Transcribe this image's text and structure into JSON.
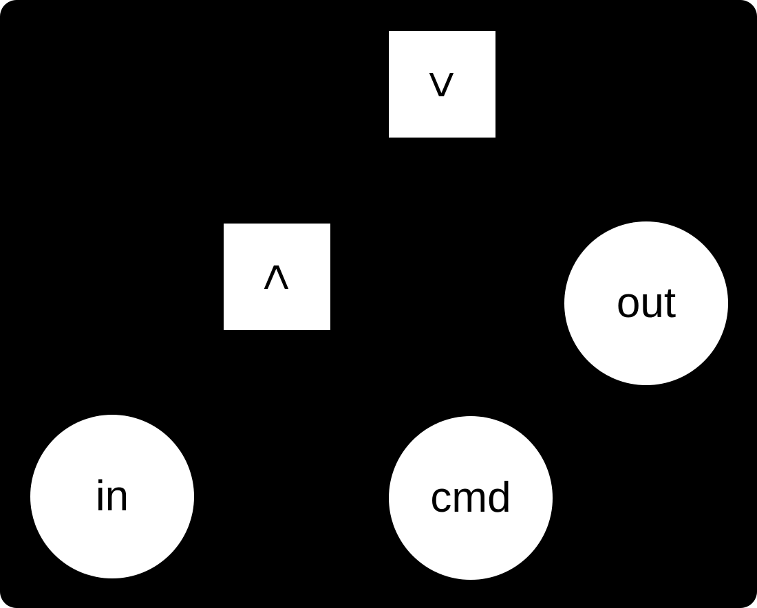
{
  "diagram": {
    "background_color": "#000000",
    "node_fill_color": "#ffffff",
    "node_text_color": "#000000",
    "nodes": [
      {
        "id": "gt",
        "label": ">",
        "shape": "square",
        "label_rotated": true
      },
      {
        "id": "lt",
        "label": "<",
        "shape": "square",
        "label_rotated": true
      },
      {
        "id": "out",
        "label": "out",
        "shape": "circle",
        "label_rotated": false
      },
      {
        "id": "in",
        "label": "in",
        "shape": "circle",
        "label_rotated": false
      },
      {
        "id": "cmd",
        "label": "cmd",
        "shape": "circle",
        "label_rotated": false
      }
    ]
  }
}
